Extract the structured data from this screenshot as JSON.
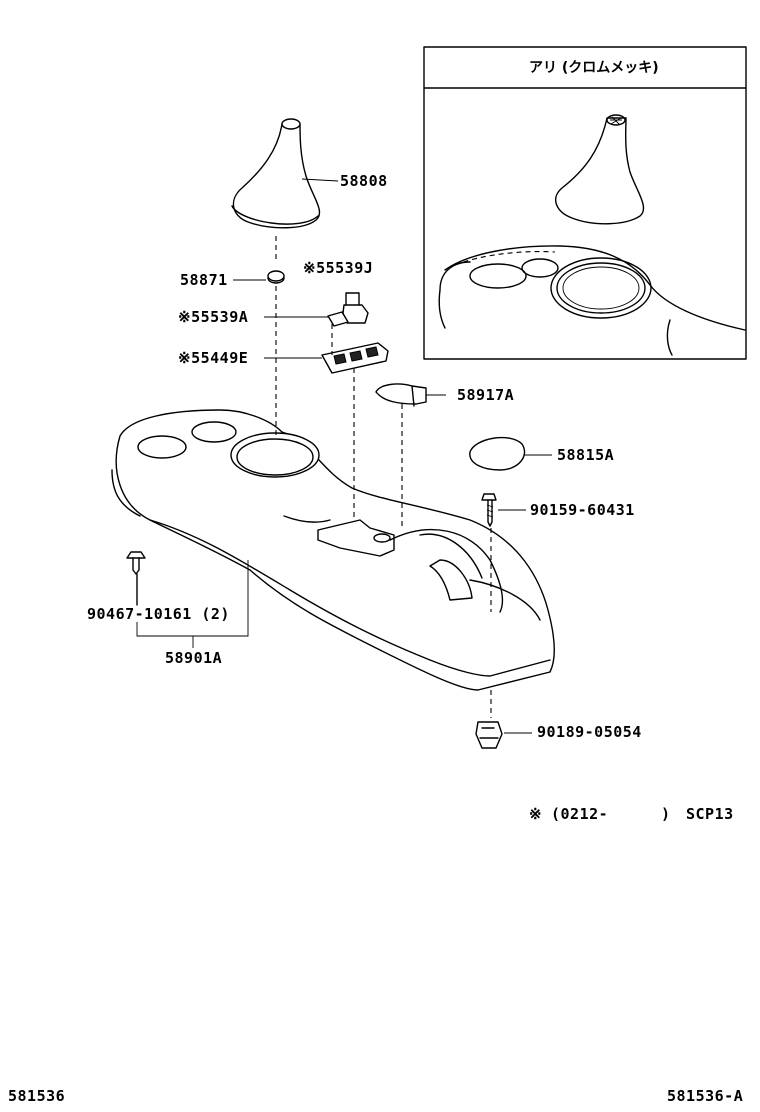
{
  "inset": {
    "title": "アリ (クロムメッキ)"
  },
  "parts": [
    {
      "id": "p58808",
      "label": "58808"
    },
    {
      "id": "p58871",
      "label": "58871"
    },
    {
      "id": "p55539J",
      "label": "※55539J"
    },
    {
      "id": "p55539A",
      "label": "※55539A"
    },
    {
      "id": "p55449E",
      "label": "※55449E"
    },
    {
      "id": "p58917A",
      "label": "58917A"
    },
    {
      "id": "p58815A",
      "label": "58815A"
    },
    {
      "id": "p90159",
      "label": "90159-60431"
    },
    {
      "id": "p90467",
      "label": "90467-10161 (2)"
    },
    {
      "id": "p58901A",
      "label": "58901A"
    },
    {
      "id": "p90189",
      "label": "90189-05054"
    }
  ],
  "note": {
    "marker": "※",
    "range": "(0212-",
    "range_end": ")",
    "model": "SCP13"
  },
  "footer": {
    "left": "581536",
    "right": "581536-A"
  }
}
